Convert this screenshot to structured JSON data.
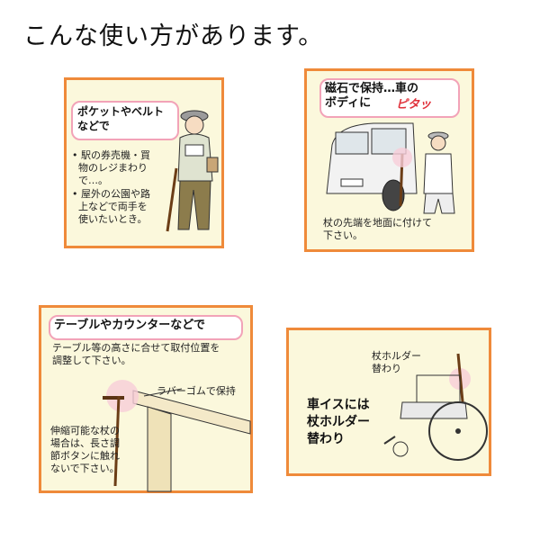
{
  "heading": "こんな使い方があります。",
  "panels": {
    "pocket": {
      "title": "ポケットやベルト\nなどで",
      "bullet1": "• 駅の券売機・買\n  物のレジまわり\n  で…。",
      "bullet2": "• 屋外の公園や路\n  上などで両手を\n  使いたいとき。"
    },
    "magnet": {
      "title": "磁石で保持…車の\nボディに",
      "sfx": "ピタッ",
      "note": "杖の先端を地面に付けて\n下さい。"
    },
    "table": {
      "title": "テーブルやカウンターなどで",
      "desc": "テーブル等の高さに合せて取付位置を\n調整して下さい。",
      "rubber": "ラバーゴムで保持",
      "warning": "伸縮可能な杖の\n場合は、長さ調\n節ボタンに触れ\nないで下さい。"
    },
    "wheelchair": {
      "holder_label": "杖ホルダー\n替わり",
      "title": "車イスには\n杖ホルダー\n替わり"
    }
  },
  "colors": {
    "panel_border": "#ef8a3a",
    "panel_bg": "#fbf8dc",
    "accent_pink": "#f2a3b8",
    "sfx_red": "#e0303a"
  }
}
